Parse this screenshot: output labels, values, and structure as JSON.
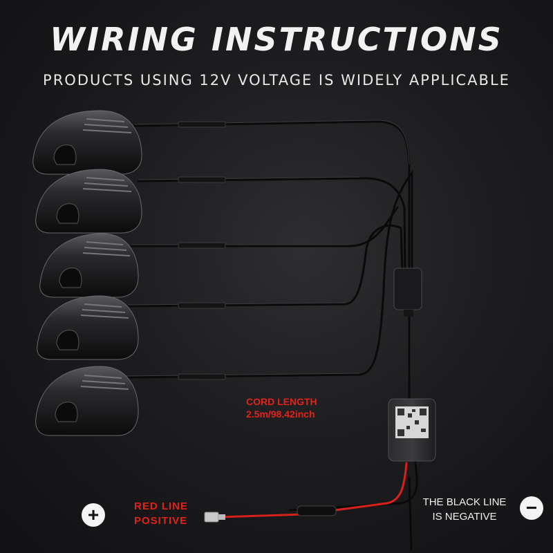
{
  "header": {
    "title": "WIRING INSTRUCTIONS",
    "subtitle": "PRODUCTS USING 12V VOLTAGE IS WIDELY APPLICABLE"
  },
  "cord": {
    "line1": "CORD LENGTH",
    "line2": "2.5m/98.42inch"
  },
  "red_line": {
    "line1": "RED LINE",
    "line2": "POSITIVE",
    "sign": "+"
  },
  "black_line": {
    "line1": "THE BLACK LINE",
    "line2": "IS NEGATIVE",
    "sign": "−"
  },
  "colors": {
    "red_text": "#e2231a",
    "red_wire": "#d8211a"
  },
  "lights": {
    "count": 5
  }
}
